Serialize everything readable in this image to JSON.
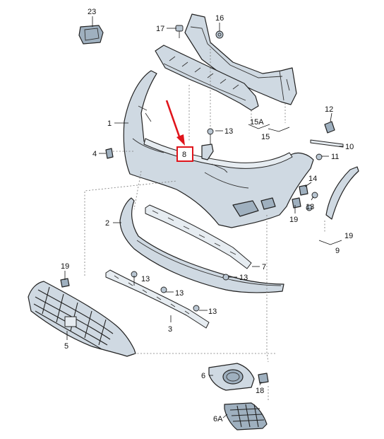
{
  "callouts": {
    "c1": "1",
    "c2": "2",
    "c3": "3",
    "c4": "4",
    "c5": "5",
    "c6": "6",
    "c6a": "6A",
    "c7": "7",
    "c8": "8",
    "c9": "9",
    "c10": "10",
    "c11": "11",
    "c12": "12",
    "c13a": "13",
    "c13b": "13",
    "c13c": "13",
    "c13d": "13",
    "c13e": "13",
    "c13f": "13",
    "c14": "14",
    "c15": "15",
    "c15a": "15A",
    "c16": "16",
    "c17": "17",
    "c18": "18",
    "c19a": "19",
    "c19b": "19",
    "c19c": "19",
    "c23": "23"
  },
  "colors": {
    "highlight": "#e0141b",
    "part_fill": "#cfd9e2"
  }
}
